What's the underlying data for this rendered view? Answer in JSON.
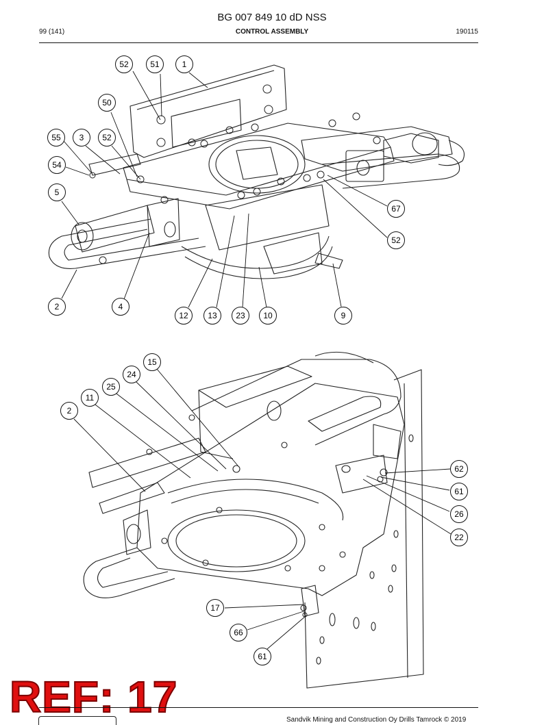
{
  "header": {
    "doc_title": "BG 007 849 10 dD NSS",
    "page_number": "99 (141)",
    "section_title": "CONTROL ASSEMBLY",
    "date_code": "190115"
  },
  "callouts_top": [
    {
      "id": "c52a",
      "label": "52"
    },
    {
      "id": "c51",
      "label": "51"
    },
    {
      "id": "c1",
      "label": "1"
    },
    {
      "id": "c50",
      "label": "50"
    },
    {
      "id": "c55",
      "label": "55"
    },
    {
      "id": "c3",
      "label": "3"
    },
    {
      "id": "c52b",
      "label": "52"
    },
    {
      "id": "c54",
      "label": "54"
    },
    {
      "id": "c5",
      "label": "5"
    },
    {
      "id": "c67",
      "label": "67"
    },
    {
      "id": "c52c",
      "label": "52"
    },
    {
      "id": "c2a",
      "label": "2"
    },
    {
      "id": "c4",
      "label": "4"
    },
    {
      "id": "c12",
      "label": "12"
    },
    {
      "id": "c13",
      "label": "13"
    },
    {
      "id": "c23",
      "label": "23"
    },
    {
      "id": "c10",
      "label": "10"
    },
    {
      "id": "c9",
      "label": "9"
    }
  ],
  "callouts_bottom": [
    {
      "id": "c15",
      "label": "15"
    },
    {
      "id": "c24",
      "label": "24"
    },
    {
      "id": "c25",
      "label": "25"
    },
    {
      "id": "c11",
      "label": "11"
    },
    {
      "id": "c2b",
      "label": "2"
    },
    {
      "id": "c62",
      "label": "62"
    },
    {
      "id": "c61a",
      "label": "61"
    },
    {
      "id": "c26",
      "label": "26"
    },
    {
      "id": "c22",
      "label": "22"
    },
    {
      "id": "c17",
      "label": "17"
    },
    {
      "id": "c66",
      "label": "66"
    },
    {
      "id": "c61b",
      "label": "61"
    }
  ],
  "watermark": "REF: 17",
  "footer": {
    "copyright": "Sandvik Mining and Construction Oy Drills Tamrock © 2019"
  }
}
